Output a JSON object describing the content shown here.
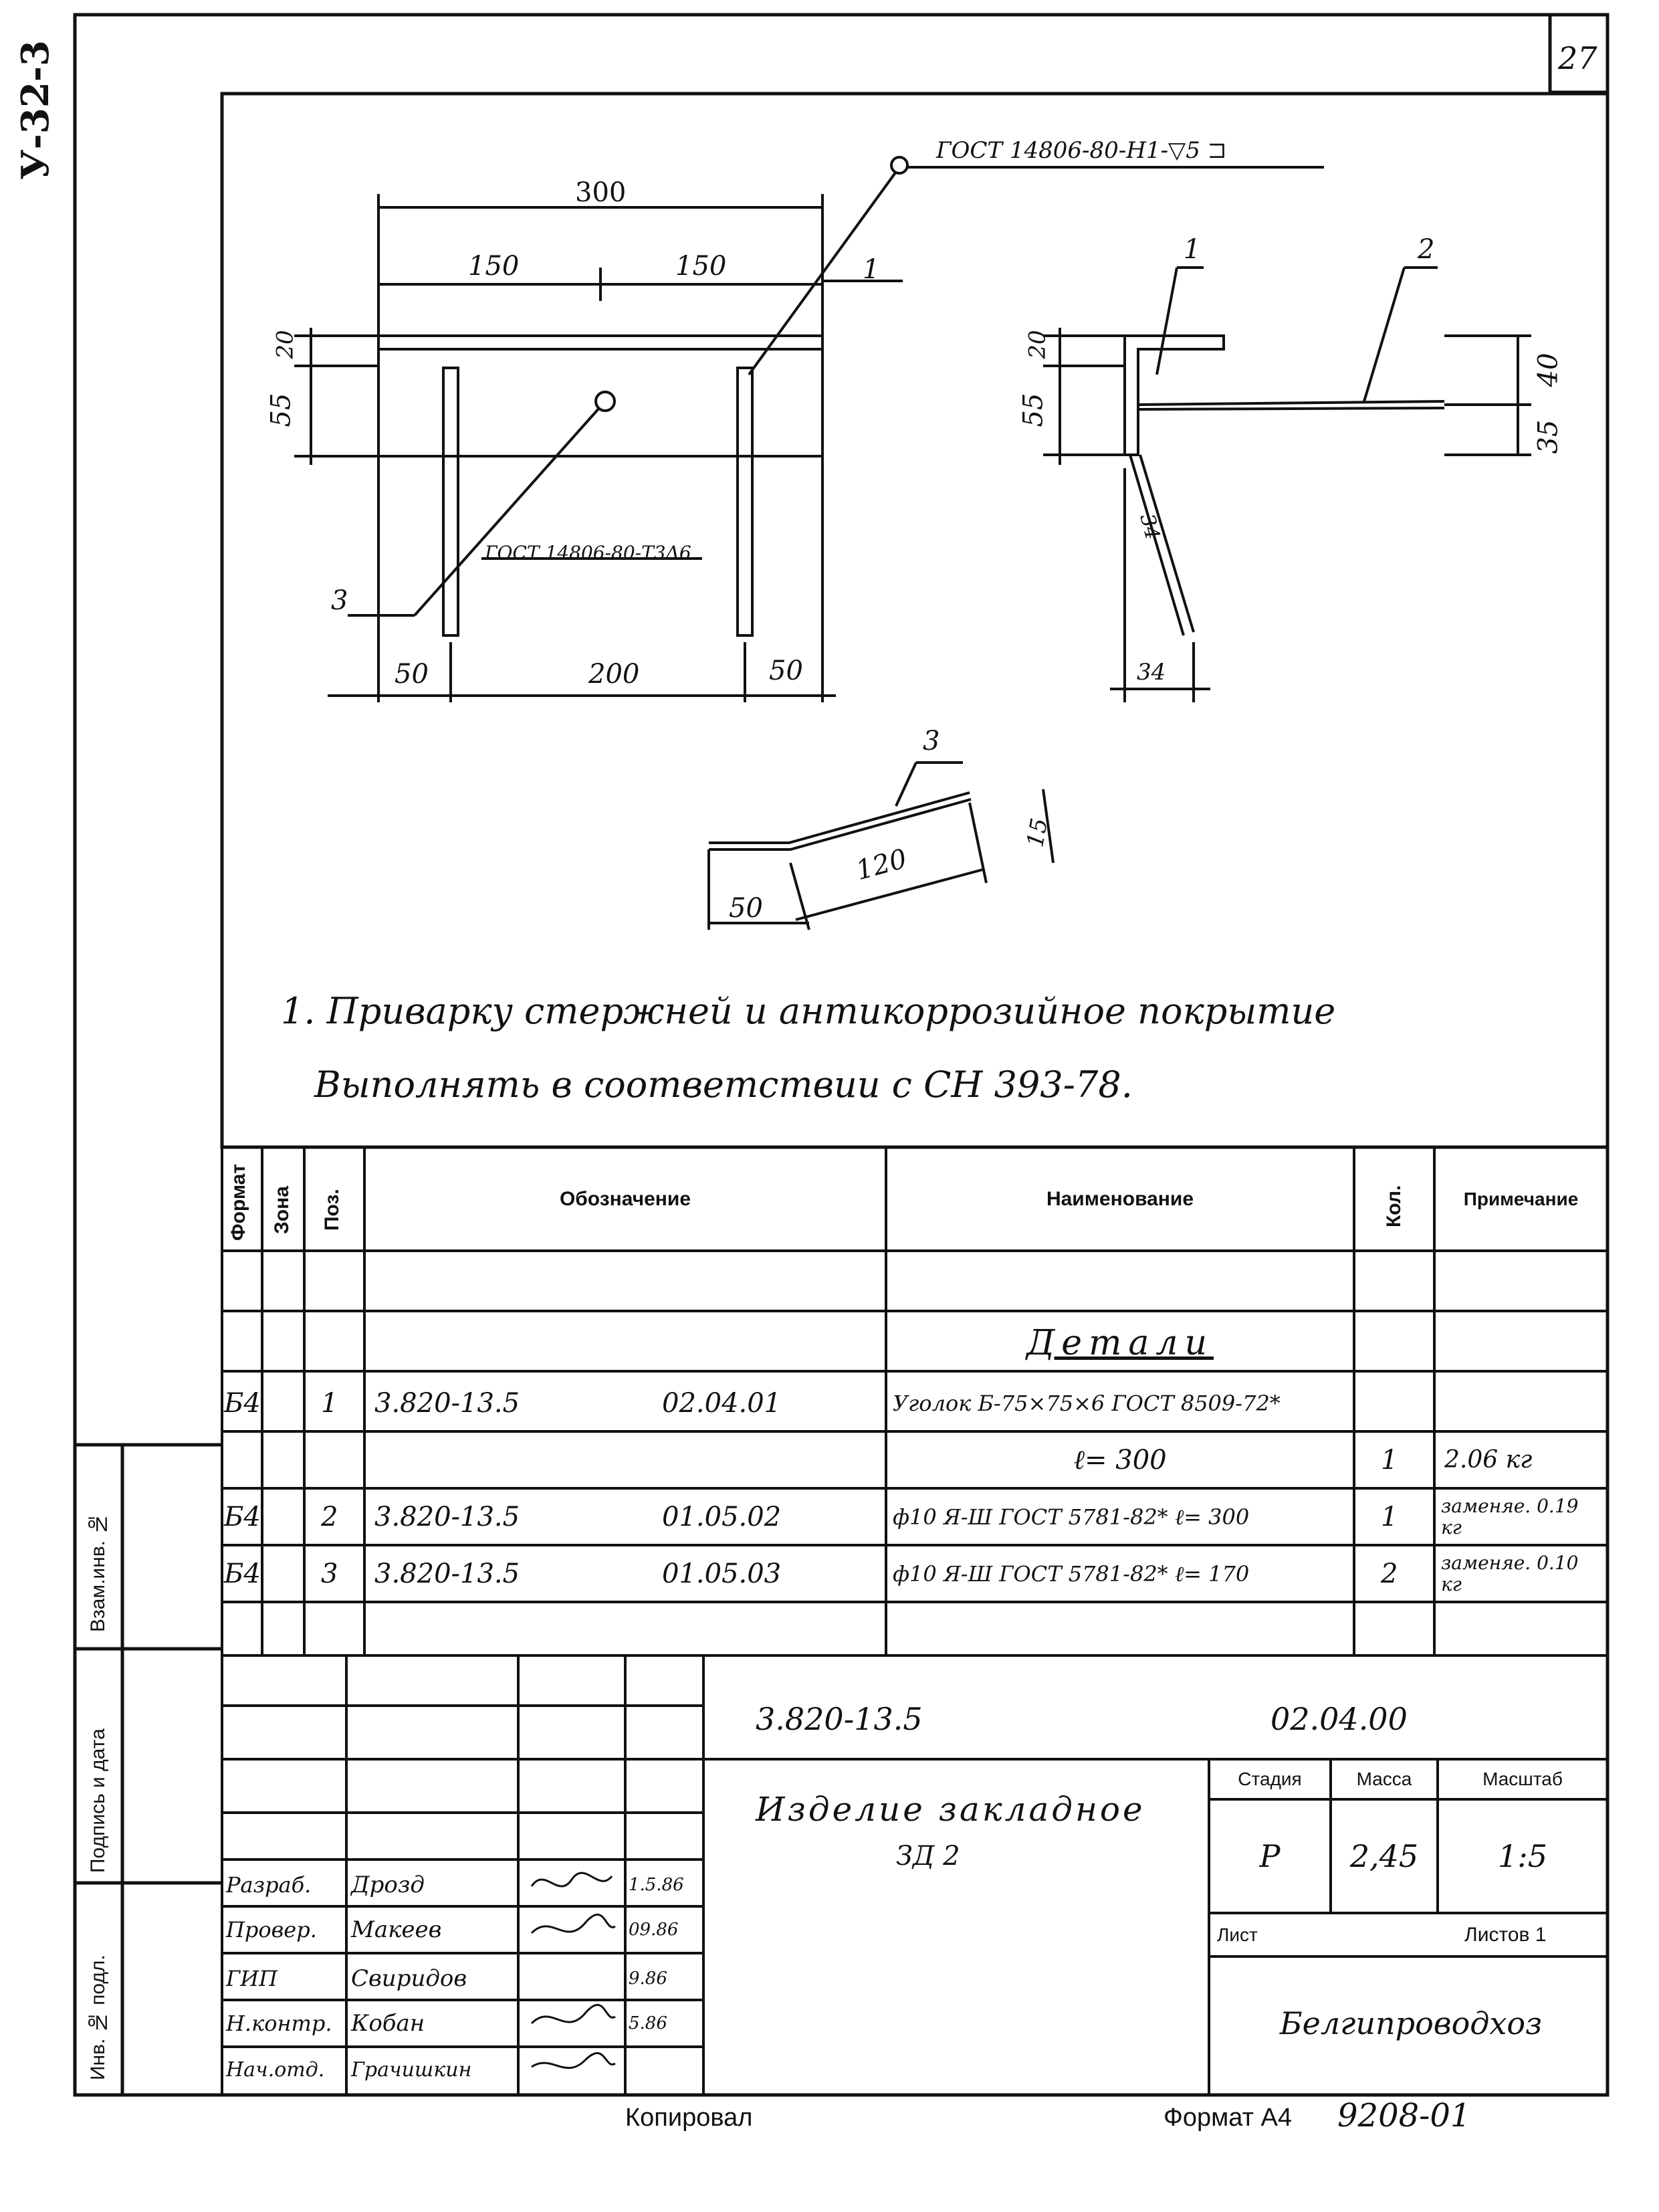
{
  "header": {
    "doc_code": "У-32-3",
    "page_number": "27"
  },
  "drawing": {
    "gost_weld_top": "ГОСТ 14806-80-Н1-▽5 ⊐",
    "gost_weld_mid": "ГОСТ 14806-80-Т3Δ6",
    "dim_300": "300",
    "dim_150a": "150",
    "dim_150b": "150",
    "dim_20a": "20",
    "dim_55a": "55",
    "dim_50a": "50",
    "dim_200": "200",
    "dim_50b": "50",
    "pos_1a": "1",
    "pos_3a": "3",
    "dim_20b": "20",
    "dim_55b": "55",
    "dim_40": "40",
    "dim_35": "35",
    "dim_34": "34",
    "dim_34b": "34",
    "pos_1b": "1",
    "pos_2": "2",
    "pos_3b": "3",
    "dim_15": "15",
    "dim_120": "120",
    "dim_50c": "50"
  },
  "note": {
    "line1": "1. Приварку   стержней  и антикоррозийное  покрытие",
    "line2": "Выполнять  в  соответствии  с СН 393-78."
  },
  "spec": {
    "headers": {
      "format": "Формат",
      "zone": "Зона",
      "pos": "Поз.",
      "designation": "Обозначение",
      "name": "Наименование",
      "qty": "Кол.",
      "note": "Примечание"
    },
    "section_title": "Детали",
    "rows": [
      {
        "format": "Б4",
        "pos": "1",
        "designation": "3.820-13.5",
        "code": "02.04.01",
        "name": "Уголок Б-75×75×6 ГОСТ 8509-72*",
        "qty": "",
        "note": ""
      },
      {
        "format": "",
        "pos": "",
        "designation": "",
        "code": "",
        "name": "ℓ= 300",
        "qty": "1",
        "note": "2.06 кг"
      },
      {
        "format": "Б4",
        "pos": "2",
        "designation": "3.820-13.5",
        "code": "01.05.02",
        "name": "ф10 Я-Ш ГОСТ 5781-82*  ℓ= 300",
        "qty": "1",
        "note": "заменяе. 0.19 кг"
      },
      {
        "format": "Б4",
        "pos": "3",
        "designation": "3.820-13.5",
        "code": "01.05.03",
        "name": "ф10 Я-Ш ГОСТ 5781-82*  ℓ= 170",
        "qty": "2",
        "note": "заменяе. 0.10 кг"
      }
    ]
  },
  "side_labels": {
    "vzam": "Взам.инв. №",
    "podpis": "Подпись и дата",
    "inv": "Инв. № подл."
  },
  "title_block": {
    "doc_number": "3.820-13.5",
    "doc_code": "02.04.00",
    "title_line1": "Изделие закладное",
    "title_line2": "ЗД 2",
    "stage_label": "Стадия",
    "mass_label": "Масса",
    "scale_label": "Масштаб",
    "stage": "Р",
    "mass": "2,45",
    "scale": "1:5",
    "sheet_label": "Лист",
    "sheets_label": "Листов 1",
    "org": "Белгипроводхоз",
    "signers": [
      {
        "role": "Разраб.",
        "name": "Дрозд",
        "date": "1.5.86"
      },
      {
        "role": "Провер.",
        "name": "Макеев",
        "date": "09.86"
      },
      {
        "role": "",
        "name": "",
        "date": ""
      },
      {
        "role": "ГИП",
        "name": "Свиридов",
        "date": "9.86"
      },
      {
        "role": "Н.контр.",
        "name": "Кобан",
        "date": "5.86"
      },
      {
        "role": "Нач.отд.",
        "name": "Грачишкин",
        "date": ""
      }
    ]
  },
  "footer": {
    "copied": "Копировал",
    "format": "Формат А4",
    "number": "9208-01"
  }
}
